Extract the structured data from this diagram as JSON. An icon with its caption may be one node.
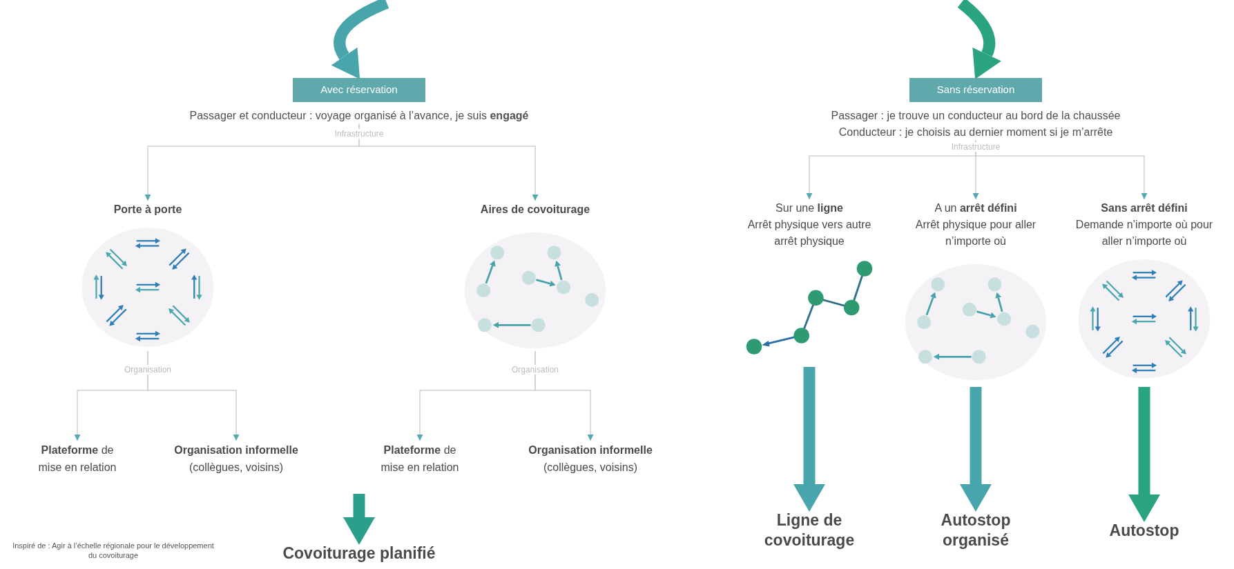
{
  "diagram": {
    "nodes": [
      {
        "text": [
          "Avec réservation"
        ],
        "beside": [
          "Passager et conducteur : voyage organisé à l’avance, je suis **engagé**"
        ]
      },
      {
        "text": [
          "Porte à porte"
        ]
      },
      {
        "text": [
          "Aires de covoiturage"
        ]
      },
      {
        "text": [
          "**Plateforme** de mise en relation"
        ]
      },
      {
        "text": [
          "**Organisation informelle** (collègues, voisins)"
        ]
      },
      {
        "text": [
          "**Plateforme** de mise en relation"
        ]
      },
      {
        "text": [
          "**Organisation informelle** (collègues, voisins)"
        ]
      },
      {
        "text": [
          "Covoiturage planifié"
        ]
      },
      {
        "text": [
          "Sans réservation"
        ],
        "beside": [
          "Passager : je trouve un conducteur au bord de la chaussée",
          "Conducteur : je choisis au dernier moment si je m’arrête"
        ]
      },
      {
        "text": [
          "Sur une **ligne**",
          "Arrêt physique vers autre arrêt physique"
        ]
      },
      {
        "text": [
          "A un **arrêt défini**",
          "Arrêt physique pour aller n’importe où"
        ]
      },
      {
        "text": [
          "**Sans arrêt défini**",
          "Demande n’importe où pour aller n’importe où"
        ]
      },
      {
        "text": [
          "Ligne de covoiturage"
        ]
      },
      {
        "text": [
          "Autostop organisé"
        ]
      },
      {
        "text": [
          "Autostop"
        ]
      }
    ],
    "edges": [
      {
        "from": null,
        "to": 0,
        "arrow": "to",
        "style": "thick",
        "color": "#48a5ab"
      },
      {
        "from": null,
        "to": 8,
        "arrow": "to",
        "style": "thick",
        "color": "#2aa381"
      },
      {
        "from": 0,
        "to": 1,
        "arrow": "to",
        "label": "Infrastructure"
      },
      {
        "from": 0,
        "to": 2,
        "arrow": "to"
      },
      {
        "from": 1,
        "to": 3,
        "arrow": "to",
        "label": "Organisation"
      },
      {
        "from": 1,
        "to": 4,
        "arrow": "to"
      },
      {
        "from": 2,
        "to": 5,
        "arrow": "to",
        "label": "Organisation"
      },
      {
        "from": 2,
        "to": 6,
        "arrow": "to"
      },
      {
        "from": null,
        "to": 7,
        "arrow": "to",
        "style": "thick",
        "color": "#2aa08a"
      },
      {
        "from": 8,
        "to": 9,
        "arrow": "to",
        "label": "Infrastructure"
      },
      {
        "from": 8,
        "to": 10,
        "arrow": "to"
      },
      {
        "from": 8,
        "to": 11,
        "arrow": "to"
      },
      {
        "from": 9,
        "to": 12,
        "arrow": "to",
        "style": "thick",
        "color": "#48a5ab"
      },
      {
        "from": 10,
        "to": 13,
        "arrow": "to",
        "style": "thick",
        "color": "#48a5ab"
      },
      {
        "from": 11,
        "to": 14,
        "arrow": "to",
        "style": "thick",
        "color": "#2aa381"
      }
    ],
    "labels": [
      "Inspiré de : Agir à l’échelle régionale pour le développement du covoiturage"
    ]
  }
}
